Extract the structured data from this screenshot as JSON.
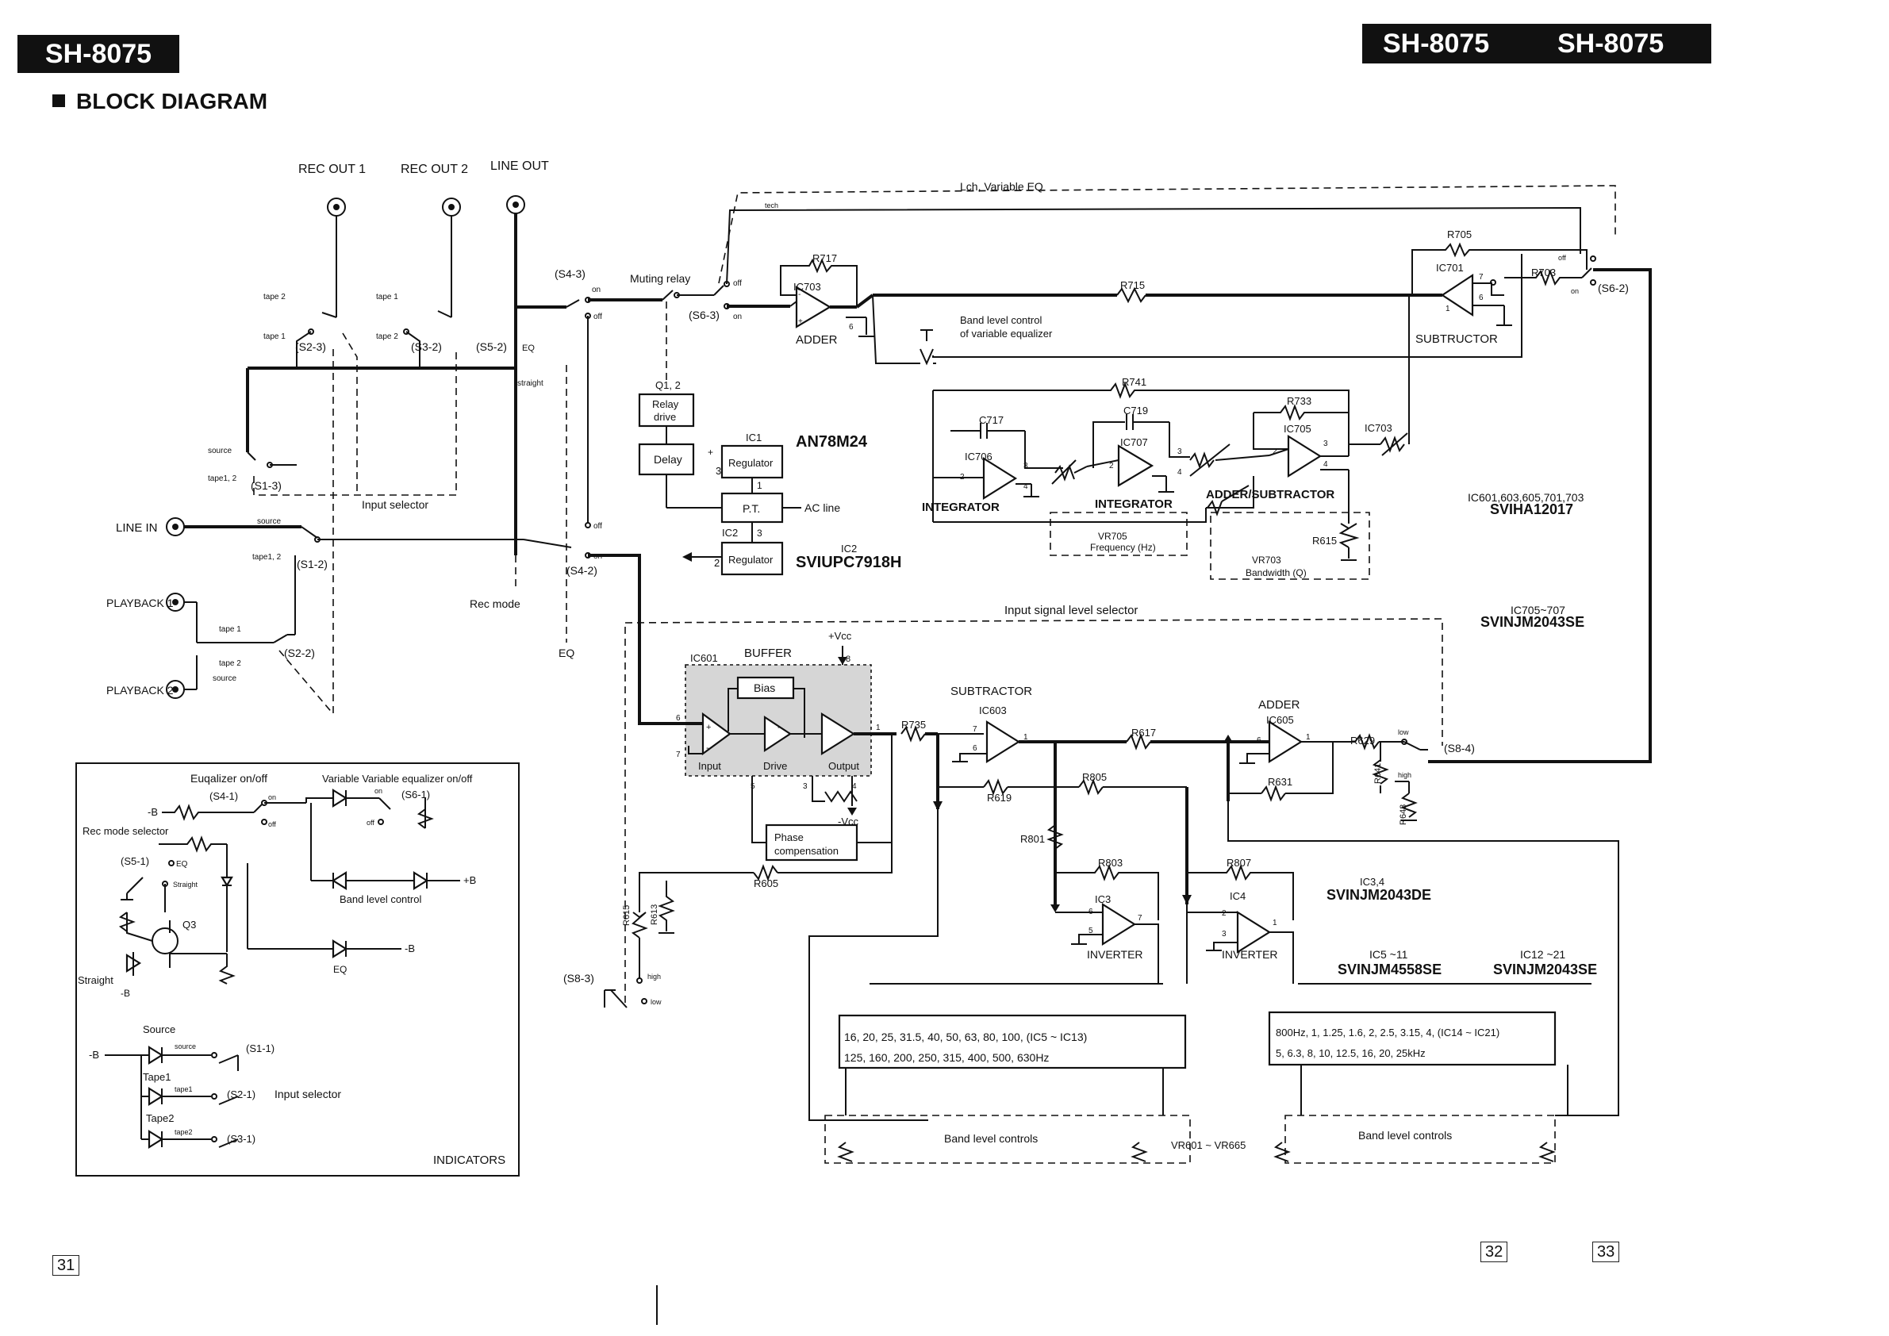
{
  "model_left": "SH-8075",
  "model_right_a": "SH-8075",
  "model_right_b": "SH-8075",
  "heading": "BLOCK DIAGRAM",
  "pages": [
    "31",
    "32",
    "33"
  ],
  "jacks": {
    "rec_out_1": "REC OUT 1",
    "rec_out_2": "REC OUT 2",
    "line_out": "LINE OUT",
    "line_in": "LINE IN",
    "playback_1": "PLAYBACK 1",
    "playback_2": "PLAYBACK 2"
  },
  "switches": {
    "s2_3": "(S2-3)",
    "s3_2": "(S3-2)",
    "s5_2": "(S5-2)",
    "s1_3": "(S1-3)",
    "s1_2": "(S1-2)",
    "s2_2": "(S2-2)",
    "s4_3": "(S4-3)",
    "s4_2": "(S4-2)",
    "s6_3": "(S6-3)",
    "s6_2": "(S6-2)",
    "s8_4": "(S8-4)",
    "s8_3": "(S8-3)"
  },
  "switch_positions": {
    "source_tape2": "source\ntape 2",
    "source_tape1": "source\ntape 1",
    "tape1": "tape 1",
    "tape2": "tape 2",
    "source": "source",
    "tape12": "tape1, 2",
    "eq": "EQ",
    "straight": "straight",
    "on": "on",
    "off": "off",
    "high": "high",
    "low": "low"
  },
  "labels": {
    "input_selector": "Input selector",
    "rec_mode": "Rec mode",
    "eq": "EQ",
    "muting_relay": "Muting relay",
    "q1_2": "Q1, 2",
    "relay_drive": "Relay drive",
    "delay": "Delay",
    "regulator": "Regulator",
    "pt": "P.T.",
    "ac_line": "AC line",
    "ic1": "IC1",
    "ic1_part": "AN78M24",
    "ic2": "IC2",
    "ic2_part": "SVIUPC7918H",
    "lch_variable_eq": "Lch, Variable EQ",
    "tech": "tech",
    "adder": "ADDER",
    "subtractor": "SUBTRUCTOR",
    "band_level_control_var": "Band level control\nof variable equalizer",
    "integrator": "INTEGRATOR",
    "adder_subtractor": "ADDER/SUBTRACTOR",
    "vr705": "VR705\nFrequency (Hz)",
    "vr703_bw": "VR703\nBandwidth (Q)",
    "ic601_group": "IC601,603,605,701,703",
    "svi_ha12017": "SVIHA12017",
    "input_signal_level_selector": "Input signal level selector",
    "ic705_707": "IC705~707",
    "svinjm2043se": "SVINJM2043SE",
    "buffer": "BUFFER",
    "ic601": "IC601",
    "bias": "Bias",
    "input": "Input",
    "drive": "Drive",
    "output": "Output",
    "vcc_pos": "+Vcc",
    "vcc_neg": "-Vcc",
    "phase_comp": "Phase\ncompensation",
    "subtractor2": "SUBTRACTOR",
    "ic603": "IC603",
    "adder2": "ADDER",
    "ic605": "IC605",
    "inverter": "INVERTER",
    "ic3": "IC3",
    "ic4": "IC4",
    "ic34": "IC3,4",
    "ic34_part": "SVINJM2043DE",
    "ic5_11": "IC5 ~11",
    "ic5_11_part": "SVINJM4558SE",
    "ic12_21": "IC12 ~21",
    "ic12_21_part": "SVINJM2043SE",
    "band_bank_1_l1": "16, 20, 25, 31.5, 40, 50, 63, 80, 100, (IC5 ~ IC13)",
    "band_bank_1_l2": "125, 160, 200, 250, 315, 400, 500, 630Hz",
    "band_bank_2_l1": "800Hz, 1, 1.25, 1.6, 2, 2.5, 3.15, 4, (IC14 ~ IC21)",
    "band_bank_2_l2": "5, 6.3, 8, 10, 12.5, 16, 20, 25kHz",
    "band_level_controls": "Band level controls",
    "vr601_665": "VR601 ~ VR665"
  },
  "resistors": [
    "R717",
    "R715",
    "R705",
    "R703",
    "R741",
    "R733",
    "C717",
    "C719",
    "IC706",
    "IC707",
    "IC705",
    "IC701",
    "IC703",
    "VR703",
    "R735",
    "R617",
    "R629",
    "R641",
    "R643",
    "R645",
    "R805",
    "R619",
    "R801",
    "R803",
    "R807",
    "R631",
    "R605",
    "R615",
    "R613"
  ],
  "indicators": {
    "title": "INDICATORS",
    "eq_onoff": "Euqalizer on/off",
    "var_eq_onoff": "Variable  Variable equalizer on/off",
    "s4_1": "(S4-1)",
    "s6_1": "(S6-1)",
    "rec_mode_selector": "Rec mode selector",
    "s5_1": "(S5-1)",
    "eq": "EQ",
    "straight": "Straight",
    "q3": "Q3",
    "band_level_control": "Band level control",
    "plus_b": "+B",
    "minus_b": "-B",
    "source": "Source",
    "tape1": "Tape1",
    "tape2": "Tape2",
    "s1_1": "(S1-1)",
    "s2_1": "(S2-1)",
    "s3_1": "(S3-1)",
    "input_selector": "Input selector"
  }
}
